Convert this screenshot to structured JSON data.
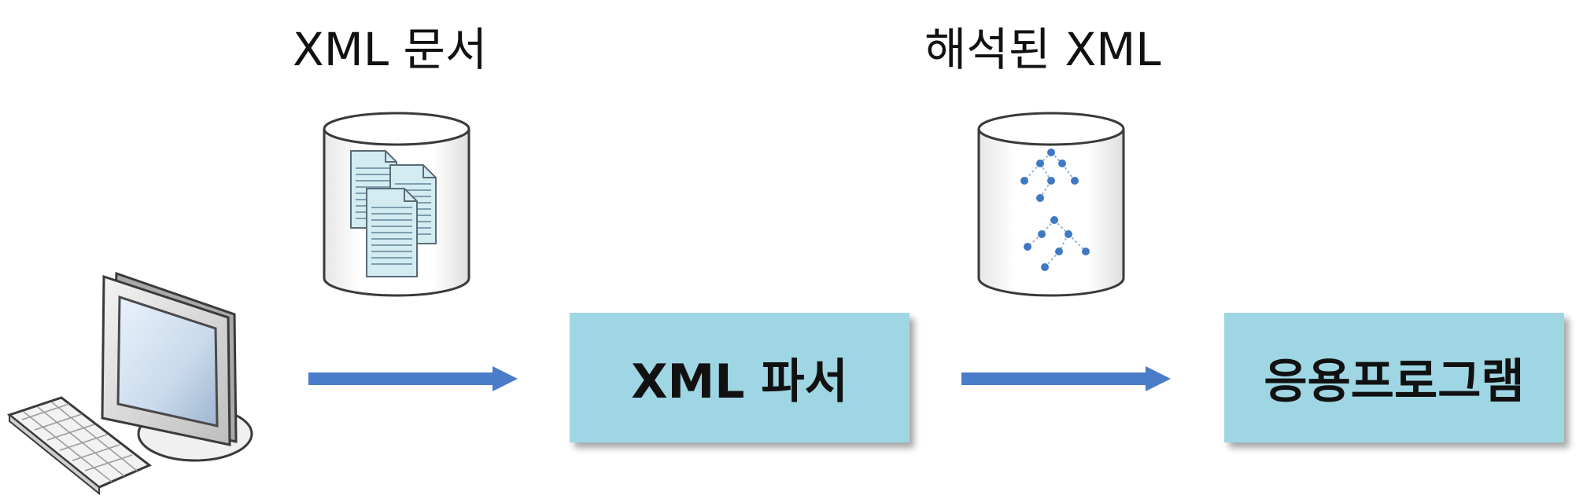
{
  "labels": {
    "xml_document": "XML 문서",
    "parsed_xml": "해석된 XML"
  },
  "boxes": {
    "parser": "XML 파서",
    "application": "응용프로그램"
  },
  "colors": {
    "box_fill": "#9fd6e4",
    "arrow": "#4a7cc9",
    "tree_node": "#3f78c4",
    "document_fill": "#d3ecf2"
  },
  "icons": [
    "computer-icon",
    "document-database-icon",
    "tree-database-icon"
  ]
}
